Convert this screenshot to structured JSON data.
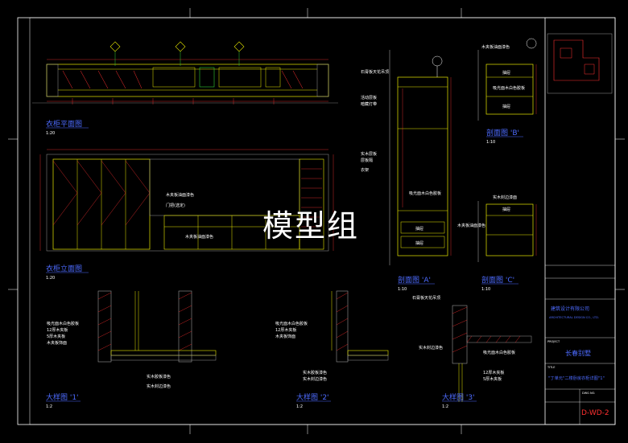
{
  "watermark": "模型组",
  "drawings": {
    "plan_top": {
      "title": "衣柜平面图",
      "scale": "1:20"
    },
    "elevation": {
      "title": "衣柜立面图",
      "scale": "1:20",
      "notes": [
        "木夹板油面漆色",
        "门把(选定)",
        "木夹板油面漆色"
      ]
    },
    "section_a": {
      "title": "剖面图 'A'",
      "scale": "1:10",
      "notes": [
        "石膏板天花吊顶",
        "活动层板",
        "暗藏灯带",
        "实木层板",
        "层板隔",
        "衣架",
        "吸光面木白色胶板",
        "抽屉",
        "抽屉"
      ]
    },
    "section_b": {
      "title": "剖面图 'B'",
      "scale": "1:10",
      "notes": [
        "木夹板油面漆色",
        "抽屉",
        "吸光面木白色胶板",
        "抽屉"
      ]
    },
    "section_c": {
      "title": "剖面图 'C'",
      "scale": "1:10",
      "notes": [
        "实木封边漆面",
        "木夹板油面漆色",
        "抽屉"
      ]
    },
    "detail_1": {
      "title": "大样图 '1'",
      "scale": "1:2",
      "notes": [
        "吸光面木白色胶板",
        "12厚木夹板",
        "5厚木夹板",
        "木夹板饰面",
        "实木胶板漆色",
        "实木封边漆色"
      ]
    },
    "detail_2": {
      "title": "大样图 '2'",
      "scale": "1:2",
      "notes": [
        "吸光面木白色胶板",
        "12厚木夹板",
        "木夹板饰面",
        "实木胶板漆色",
        "实木封边漆色"
      ]
    },
    "detail_3": {
      "title": "大样图 '3'",
      "scale": "1:2",
      "notes": [
        "石膏板天花吊顶",
        "实木封边漆色",
        "吸光面木白色胶板",
        "12厚木夹板",
        "5厚木夹板"
      ]
    }
  },
  "title_block": {
    "company": "建筑设计有限公司",
    "company_en": "ARCHITECTURAL DESIGN CO., LTD.",
    "project": "长春别墅",
    "drawing_name": "\"丁单元\"二楼卧房衣柜详图\"1\"",
    "drawing_no": "D-WD-2",
    "field_project": "PROJECT",
    "field_title": "TITLE",
    "field_no": "DWG NO."
  },
  "colors": {
    "background": "#000000",
    "border": "#ffffff",
    "cabinet_yellow": "#e8e800",
    "dimension_red": "#ff3030",
    "wall_hatch": "#9a9a9a",
    "note_text": "#ffffff",
    "title_text": "#4d6bff",
    "green": "#33cc33",
    "cyan": "#00d6d6"
  }
}
